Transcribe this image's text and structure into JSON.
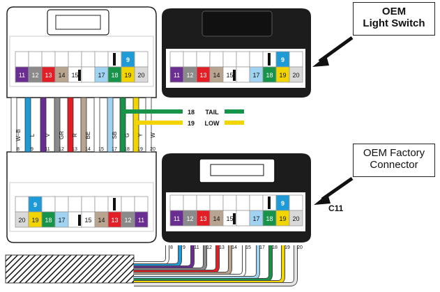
{
  "labels": {
    "oem_light_switch_line1": "OEM",
    "oem_light_switch_line2": "Light Switch",
    "oem_factory_line1": "OEM Factory",
    "oem_factory_line2": "Connector",
    "connector_id": "C11",
    "tail_pin": "18",
    "tail_text": "TAIL",
    "low_pin": "19",
    "low_text": "LOW"
  },
  "top_left_connector": {
    "top_row": [
      "",
      "",
      "",
      "",
      "",
      "",
      "",
      "",
      "9",
      ""
    ],
    "bottom_row": [
      "11",
      "12",
      "13",
      "14",
      "15",
      "",
      "17",
      "18",
      "19",
      "20"
    ]
  },
  "top_right_connector": {
    "top_row": [
      "",
      "",
      "",
      "",
      "",
      "",
      "",
      "",
      "9",
      ""
    ],
    "bottom_row": [
      "11",
      "12",
      "13",
      "14",
      "15",
      "",
      "17",
      "18",
      "19",
      "20"
    ]
  },
  "bottom_left_connector": {
    "top_row": [
      "",
      "9",
      "",
      "",
      "",
      "",
      "",
      "",
      "",
      ""
    ],
    "bottom_row": [
      "20",
      "19",
      "18",
      "17",
      "",
      "15",
      "14",
      "13",
      "12",
      "11"
    ]
  },
  "bottom_right_connector": {
    "top_row": [
      "",
      "",
      "",
      "",
      "",
      "",
      "",
      "",
      "9",
      ""
    ],
    "bottom_row": [
      "11",
      "12",
      "13",
      "14",
      "15",
      "",
      "17",
      "18",
      "19",
      "20"
    ]
  },
  "harness_wires": [
    {
      "code": "W–B",
      "pin": "8"
    },
    {
      "code": "L",
      "pin": "9"
    },
    {
      "code": "V",
      "pin": "11"
    },
    {
      "code": "GR",
      "pin": "12"
    },
    {
      "code": "R",
      "pin": "13"
    },
    {
      "code": "BE",
      "pin": "14"
    },
    {
      "code": "",
      "pin": "15"
    },
    {
      "code": "SB",
      "pin": "17"
    },
    {
      "code": "G",
      "pin": "18"
    },
    {
      "code": "Y",
      "pin": "19"
    },
    {
      "code": "W",
      "pin": "20"
    }
  ],
  "factory_pins": [
    "8",
    "9",
    "11",
    "12",
    "13",
    "14",
    "15",
    "17",
    "18",
    "19",
    "20"
  ],
  "pin_colors": {
    "9": "#1e9ad6",
    "11": "#6a2d91",
    "12": "#8a8a8a",
    "13": "#e21f26",
    "14": "#b8a48f",
    "15": "#ffffff",
    "17": "#9fd3f1",
    "18": "#17944a",
    "19": "#f2d400",
    "20": "#d9d9d9",
    "8": "#ffffff"
  },
  "colors": {
    "tail_wire": "#17944a",
    "low_wire": "#f2d400",
    "switch_body": "#1c1c1c",
    "connector_outline": "#222222"
  }
}
